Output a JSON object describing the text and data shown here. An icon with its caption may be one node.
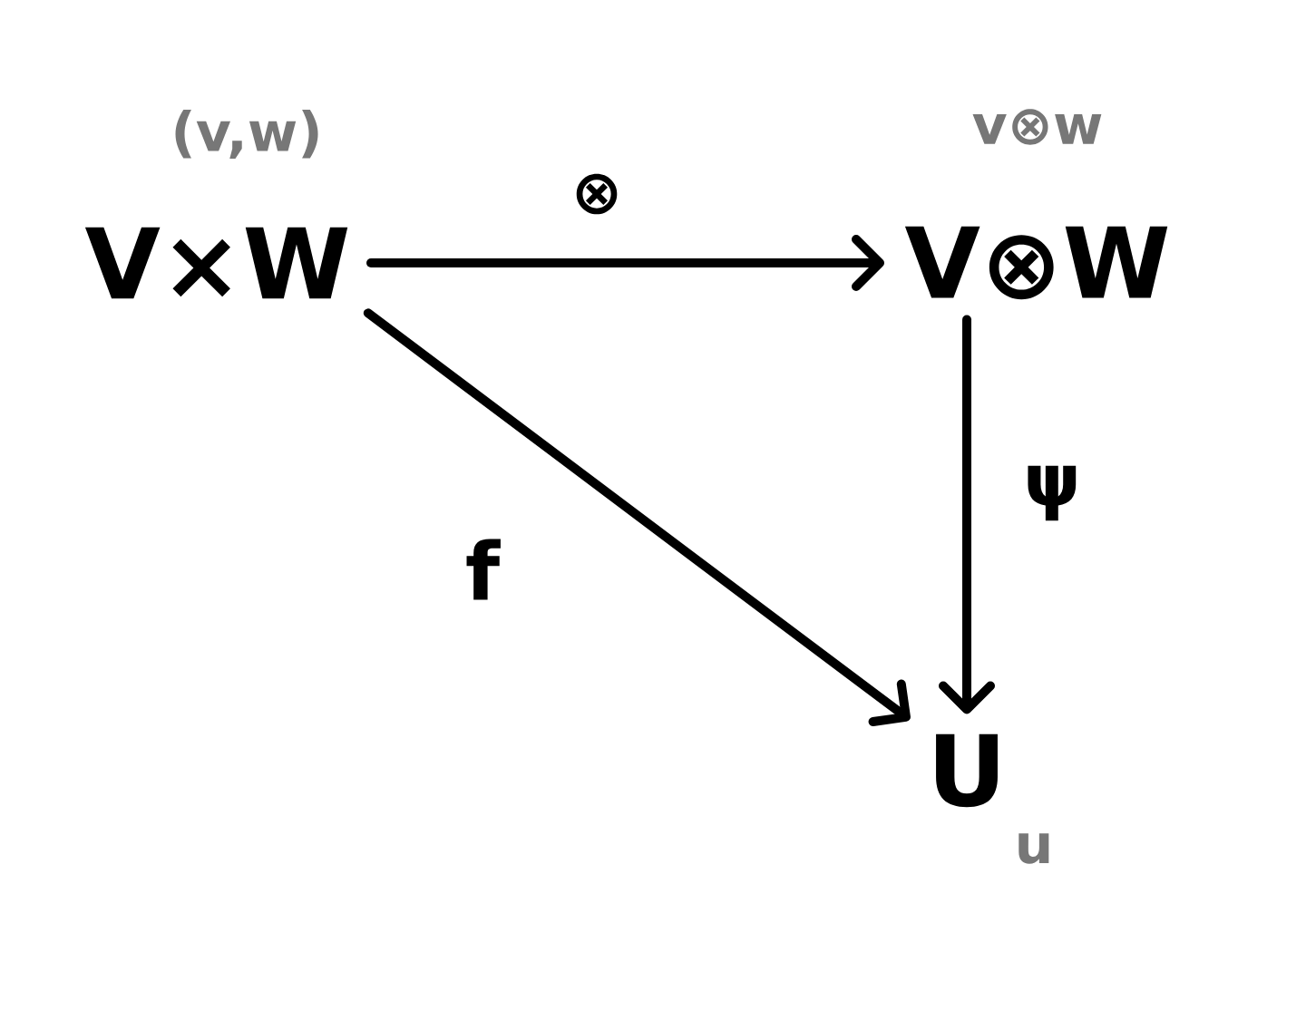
{
  "diagram": {
    "nodes": [
      {
        "text": [
          "V×W"
        ],
        "beside": [
          "(v,w)"
        ]
      },
      {
        "text": [
          "V⊗W"
        ],
        "beside": [
          "v⊗w"
        ]
      },
      {
        "text": [
          "U"
        ],
        "beside": [
          "u"
        ]
      }
    ],
    "edges": [
      {
        "from": 0,
        "to": 1,
        "arrow": "to",
        "label": "⊗"
      },
      {
        "from": 1,
        "to": 2,
        "arrow": "to",
        "label": "ψ"
      },
      {
        "from": 0,
        "to": 2,
        "arrow": "to",
        "label": "f"
      }
    ]
  }
}
